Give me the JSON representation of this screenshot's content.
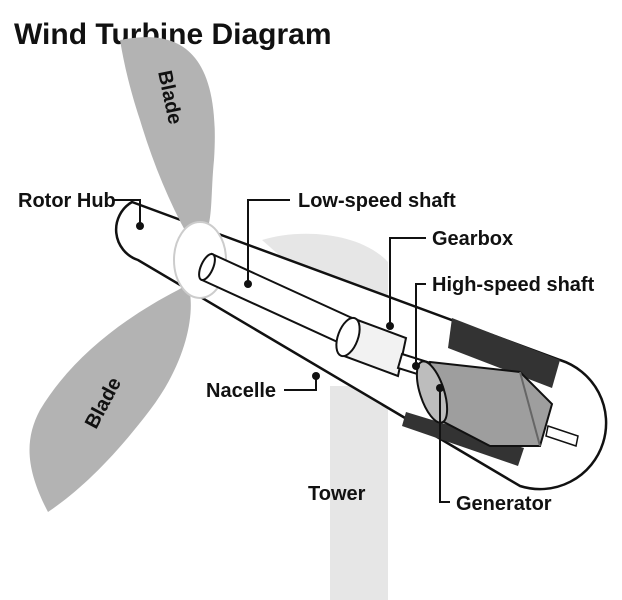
{
  "title": "Wind Turbine Diagram",
  "labels": {
    "blade_top": "Blade",
    "blade_bottom": "Blade",
    "rotor_hub": "Rotor Hub",
    "low_speed_shaft": "Low-speed shaft",
    "gearbox": "Gearbox",
    "high_speed_shaft": "High-speed shaft",
    "nacelle": "Nacelle",
    "tower": "Tower",
    "generator": "Generator"
  },
  "colors": {
    "blade": "#b3b3b3",
    "tower": "#e6e6e6",
    "generator": "#9e9e9e",
    "heat_sink": "#333333",
    "outline": "#111111"
  }
}
